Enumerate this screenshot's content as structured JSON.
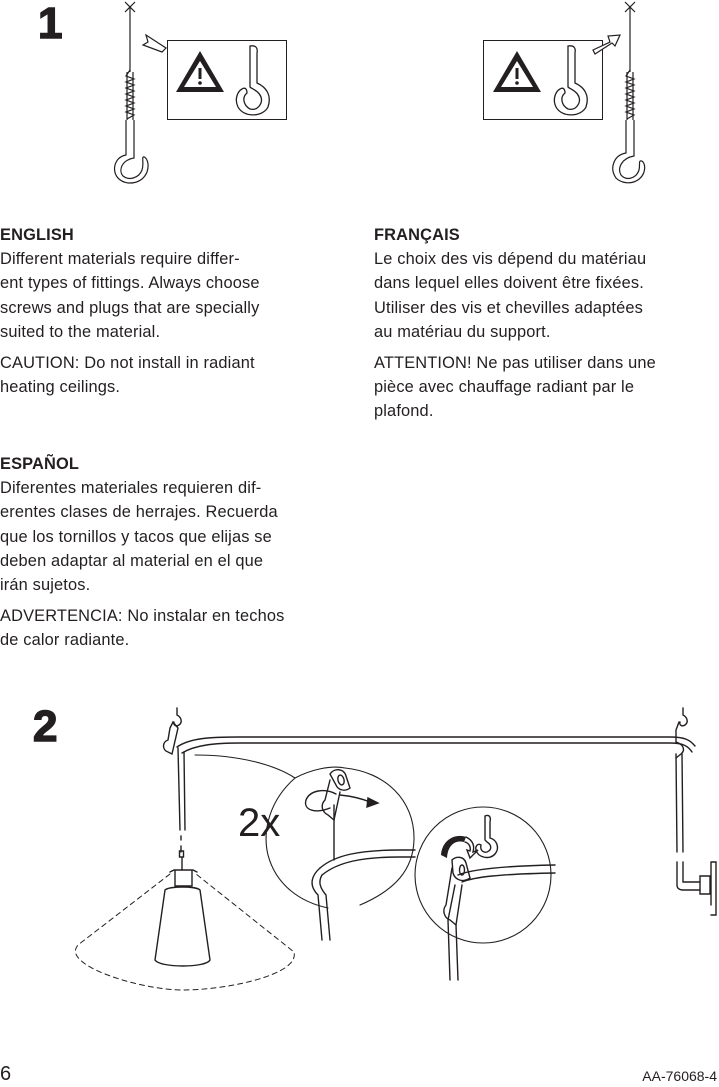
{
  "page": {
    "page_number": "6",
    "document_code": "AA-76068-4"
  },
  "step1": {
    "number": "1",
    "illustration": {
      "left": {
        "items": [
          "screw-hook-icon",
          "warning-triangle-icon",
          "open-hook-icon",
          "arrow-icon"
        ]
      },
      "right": {
        "items": [
          "screw-hook-icon",
          "warning-triangle-icon",
          "open-hook-icon",
          "arrow-icon"
        ]
      }
    }
  },
  "text": {
    "english": {
      "title": "ENGLISH",
      "paragraphs": [
        "Different materials require differ-ent types of fittings. Always choose screws and plugs that are specially suited to the material.",
        "CAUTION: Do not install in radiant heating ceilings."
      ],
      "lines": [
        [
          "Different materials require differ-",
          "ent types of fittings. Always choose",
          "screws and plugs that are specially",
          "suited to the material."
        ],
        [
          "CAUTION: Do not install in radiant",
          "heating ceilings."
        ]
      ]
    },
    "francais": {
      "title": "FRANÇAIS",
      "lines": [
        [
          "Le choix des vis dépend du matériau",
          "dans lequel elles doivent être fixées.",
          "Utiliser des vis et chevilles adaptées",
          "au matériau du support."
        ],
        [
          "ATTENTION! Ne pas utiliser dans une",
          "pièce avec chauffage radiant par le",
          "plafond."
        ]
      ]
    },
    "espanol": {
      "title": "ESPAÑOL",
      "lines": [
        [
          "Diferentes materiales requieren dif-",
          "erentes clases de herrajes. Recuerda",
          "que los tornillos y tacos que elijas se",
          "deben adaptar al material en el que",
          "irán sujetos."
        ],
        [
          "ADVERTENCIA: No instalar en techos",
          "de calor radiante."
        ]
      ]
    }
  },
  "step2": {
    "number": "2",
    "quantity_label": "2x",
    "illustration": {
      "items": [
        "ceiling-hook-icon",
        "cable-icon",
        "pendant-lamp-icon",
        "swing-radius-dashed",
        "detail-circle-threading",
        "detail-circle-hooking",
        "wall-plug-icon"
      ]
    }
  }
}
